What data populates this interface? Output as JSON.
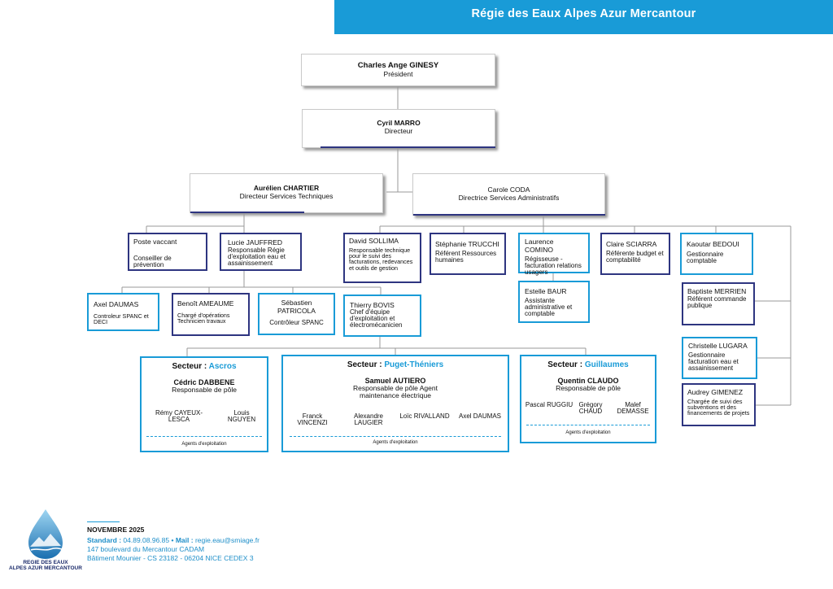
{
  "header": {
    "title": "Régie des Eaux Alpes Azur Mercantour"
  },
  "president": {
    "name": "Charles Ange GINESY",
    "title": "Président"
  },
  "director": {
    "name": "Cyril MARRO",
    "title": "Directeur"
  },
  "technical_director": {
    "name": "Aurélien CHARTIER",
    "title": "Directeur Services Techniques"
  },
  "admin_director": {
    "name": "Carole CODA",
    "title": "Directrice Services Administratifs"
  },
  "tech_team": {
    "vacant": {
      "name": "Poste vaccant",
      "title": "Conseiller de prévention"
    },
    "jauffred": {
      "name": "Lucie JAUFFRED",
      "title": "Responsable Régie d'exploitation eau et assainissement"
    },
    "daumas": {
      "name": "Axel DAUMAS",
      "title": "Controleur SPANC et DECI"
    },
    "ameaume": {
      "name": "Benoît AMEAUME",
      "title": "Chargé d'opérations Technicien travaux"
    },
    "patricola": {
      "name": "Sébastien PATRICOLA",
      "title": "Contrôleur SPANC"
    },
    "bovis": {
      "name": "Thierry BOVIS",
      "title": "Chef d'équipe d'exploitation et électromécanicien"
    }
  },
  "admin_team": {
    "sollima": {
      "name": "David SOLLIMA",
      "title": "Responsable technique pour le suivi des facturations, redevances et outils de gestion"
    },
    "trucchi": {
      "name": "Stéphanie TRUCCHI",
      "title": "Référent Ressources humaines"
    },
    "comino": {
      "name": "Laurence COMINO",
      "title": "Régisseuse - facturation relations usagers"
    },
    "baur": {
      "name": "Estelle BAUR",
      "title": "Assistante administrative et comptable"
    },
    "sciarra": {
      "name": "Claire SCIARRA",
      "title": "Référente budget et comptabilité"
    },
    "bedoui": {
      "name": "Kaoutar BEDOUI",
      "title": "Gestionnaire comptable"
    },
    "merrien": {
      "name": "Baptiste MERRIEN",
      "title": "Référent commande publique"
    },
    "lugara": {
      "name": "Christelle LUGARA",
      "title": "Gestionnaire facturation eau et assainissement"
    },
    "gimenez": {
      "name": "Audrey GIMENEZ",
      "title": "Chargée de suivi des subventions et des financements de projets"
    }
  },
  "sectors": [
    {
      "label": "Secteur : ",
      "name": "Ascros",
      "lead": "Cédric DABBENE",
      "role": "Responsable de pôle",
      "agents": [
        "Rémy CAYEUX-LESCA",
        "Louis NGUYEN"
      ],
      "footer": "Agents d'exploitation"
    },
    {
      "label": "Secteur : ",
      "name": "Puget-Théniers",
      "lead": "Samuel AUTIERO",
      "role": "Responsable de pôle Agent maintenance électrique",
      "agents": [
        "Franck VINCENZI",
        "Alexandre LAUGIER",
        "Loïc RIVALLAND",
        "Axel DAUMAS"
      ],
      "footer": "Agents d'exploitation"
    },
    {
      "label": "Secteur : ",
      "name": "Guillaumes",
      "lead": "Quentin CLAUDO",
      "role": "Responsable de pôle",
      "agents": [
        "Pascal RUGGIU",
        "Grégory CHAUD",
        "Malef DEMASSE"
      ],
      "footer": "Agents d'exploitation"
    }
  ],
  "footer": {
    "date": "NOVEMBRE  2025",
    "phone_label": "Standard : ",
    "phone": "04.89.08.96.85",
    "mail_label": " • Mail : ",
    "mail": "regie.eau@smiage.fr",
    "address1": "147 boulevard du Mercantour CADAM",
    "address2": "Bâtiment Mounier - CS 23182 - 06204 NICE CEDEX 3"
  },
  "logo": {
    "line1": "REGIE DES EAUX",
    "line2": "ALPES AZUR MERCANTOUR"
  },
  "colors": {
    "accent": "#199bd7",
    "navy": "#2e3580"
  }
}
